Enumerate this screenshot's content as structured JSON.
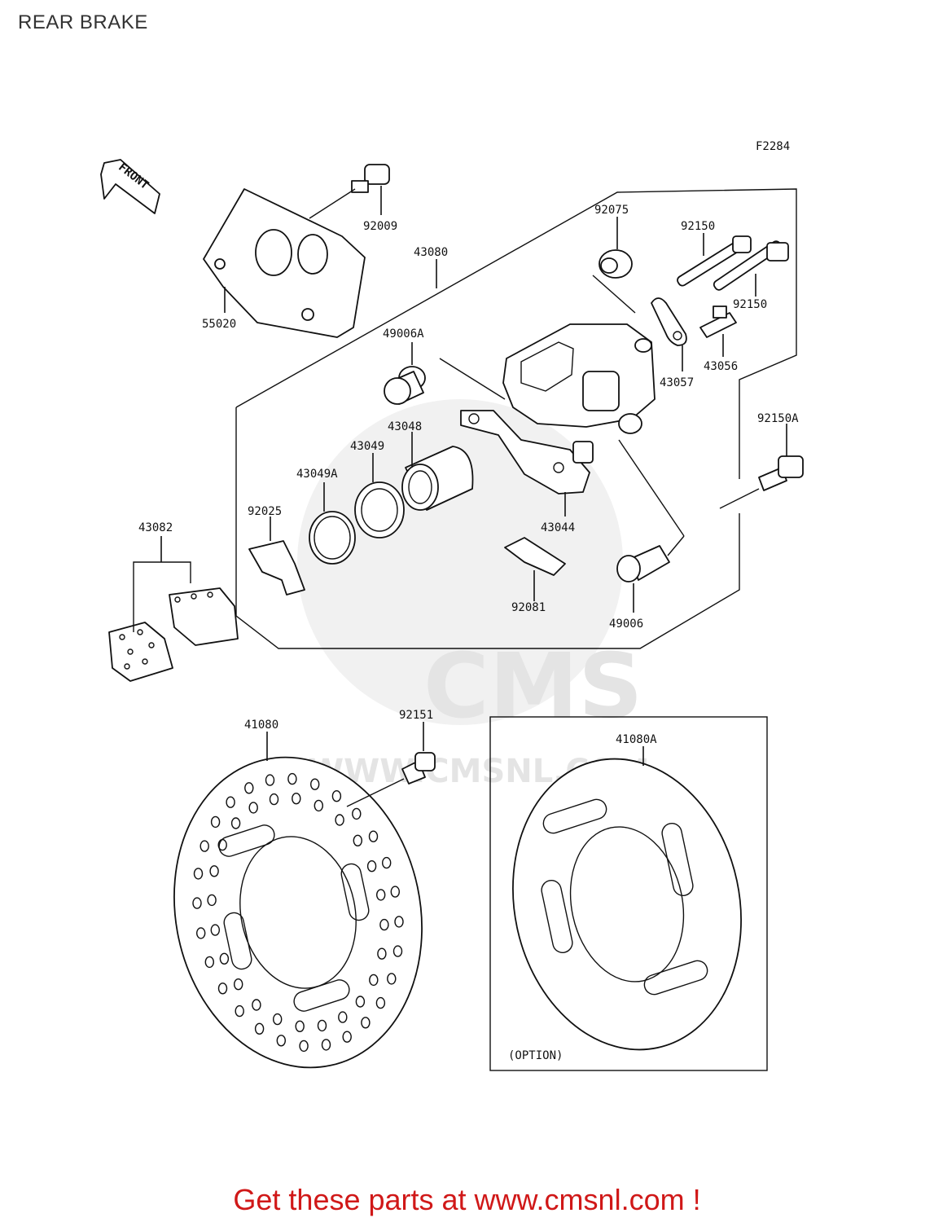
{
  "title": "REAR BRAKE",
  "figure_code": "F2284",
  "front_arrow_label": "FRONT",
  "option_label": "(OPTION)",
  "watermark": {
    "logo": "CMS",
    "url": "WWW.CMSNL.COM"
  },
  "footer_cta": "Get these parts at www.cmsnl.com !",
  "colors": {
    "cta": "#d01818",
    "line": "#111111",
    "watermark": "#e6e6e6"
  },
  "parts": {
    "p92009": "92009",
    "p55020": "55020",
    "p43080": "43080",
    "p92075": "92075",
    "p92150_top": "92150",
    "p92150_right": "92150",
    "p49006A": "49006A",
    "p43056": "43056",
    "p43057": "43057",
    "p92150A": "92150A",
    "p43048": "43048",
    "p43049": "43049",
    "p43049A": "43049A",
    "p92025": "92025",
    "p43044": "43044",
    "p43082": "43082",
    "p92081": "92081",
    "p49006": "49006",
    "p41080": "41080",
    "p92151": "92151",
    "p41080A": "41080A"
  }
}
